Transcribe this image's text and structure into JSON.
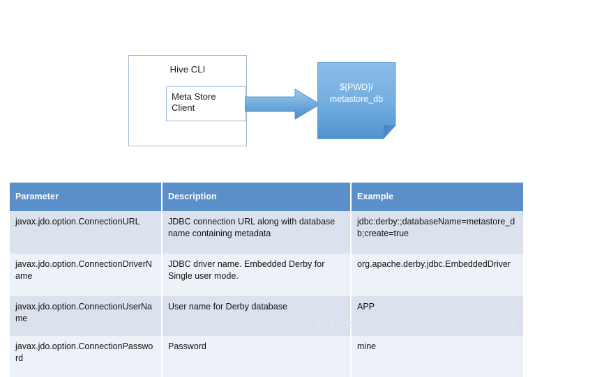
{
  "diagram": {
    "outer_box_label": "Hive CLI",
    "inner_box_label": "Meta Store\nClient",
    "arrow_name": "right-arrow",
    "datastore_label": "${PWD}/\nmetastore_db",
    "accent_blue": "#5b8fc9",
    "shape_blue_light": "#8cbbe8",
    "shape_blue_dark": "#4f93cf",
    "box_border": "#9cb8d6"
  },
  "table": {
    "headers": [
      "Parameter",
      "Description",
      "Example"
    ],
    "header_bg": "#5b8fc9",
    "row_bg_a": "#dbe2ee",
    "row_bg_b": "#edf1f8",
    "rows": [
      {
        "parameter": "javax.jdo.option.ConnectionURL",
        "description": "JDBC connection URL along with database name containing metadata",
        "example": "jdbc:derby:;databaseName=metastore_db;create=true"
      },
      {
        "parameter": "javax.jdo.option.ConnectionDriverName",
        "description": "JDBC driver name. Embedded Derby for Single user mode.",
        "example": "org.apache.derby.jdbc.EmbeddedDriver"
      },
      {
        "parameter": "javax.jdo.option.ConnectionUserName",
        "description": "User name for Derby database",
        "example": "APP"
      },
      {
        "parameter": "javax.jdo.option.ConnectionPassword",
        "description": "Password",
        "example": "mine"
      }
    ]
  },
  "watermark": {
    "text": "https://blog.csdn.net/RivenDong"
  }
}
